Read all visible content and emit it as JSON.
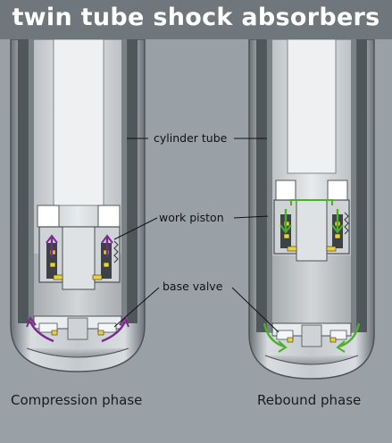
{
  "title": "twin tube shock absorbers",
  "labels": {
    "cylinder_tube": "cylinder tube",
    "work_piston": "work piston",
    "base_valve": "base valve"
  },
  "phases": {
    "compression": "Compression phase",
    "rebound": "Rebound phase"
  },
  "colors": {
    "title_bar": "#6f777c",
    "background": "#9aa1a6",
    "compression_flow": "#7a2a8f",
    "rebound_flow": "#4caf2a",
    "valve_yellow": "#e8d23a"
  }
}
